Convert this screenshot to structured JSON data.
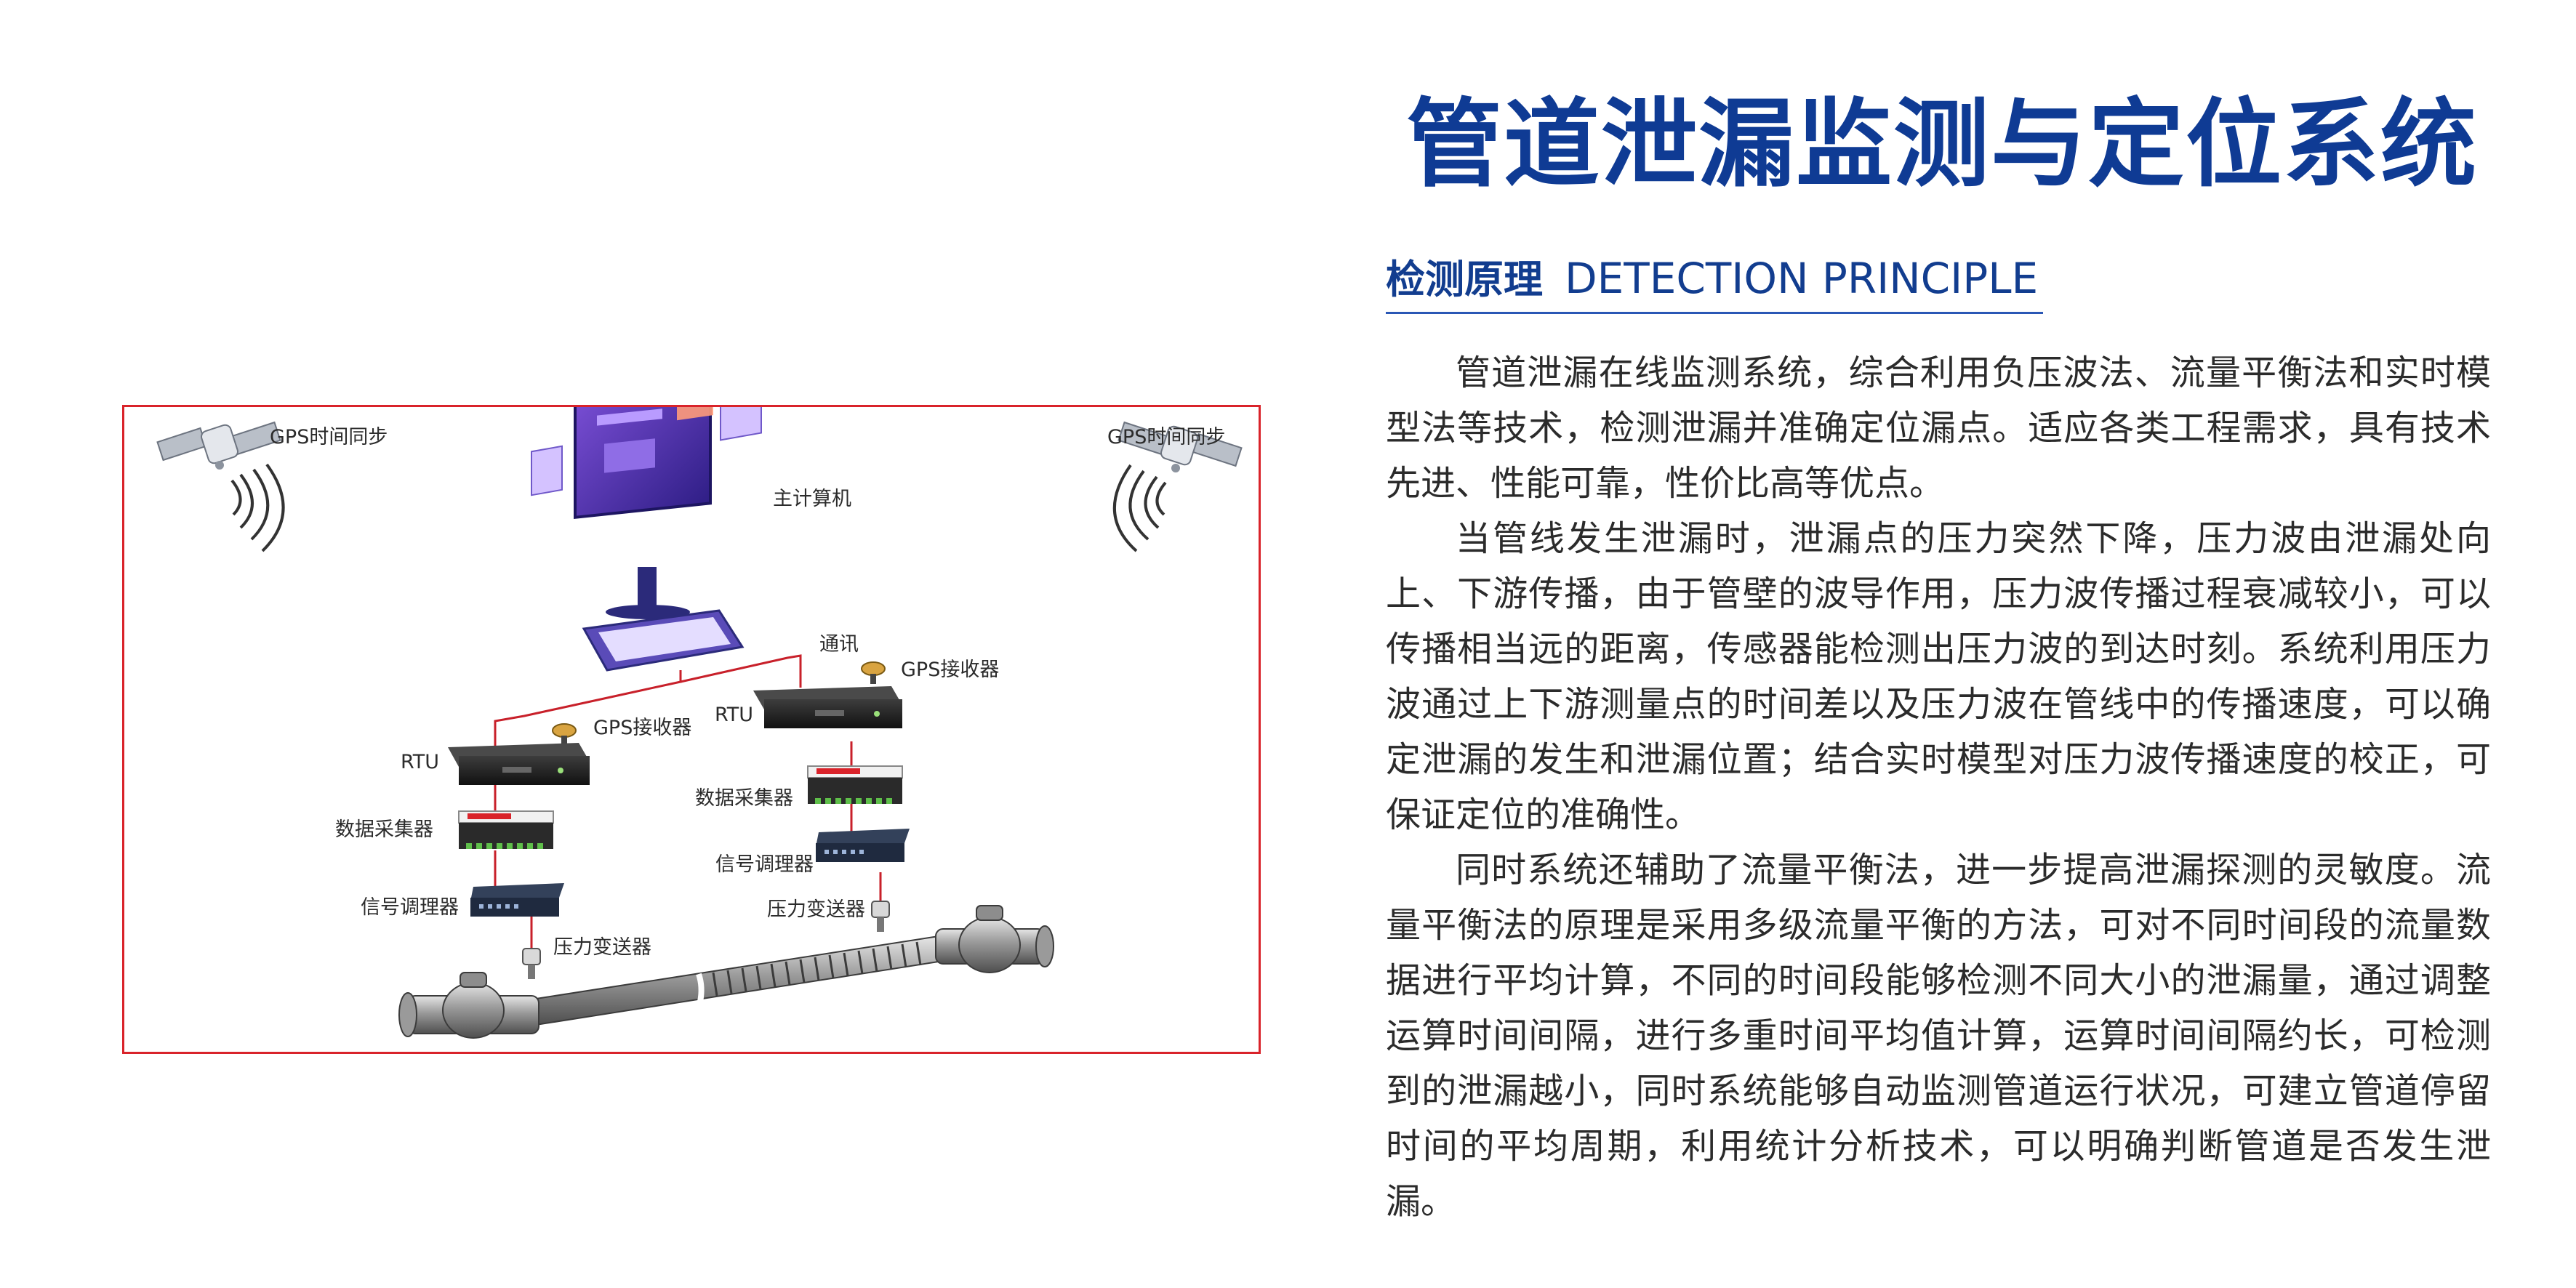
{
  "title": "管道泄漏监测与定位系统",
  "section": {
    "heading_cn": "检测原理",
    "heading_en": "DETECTION PRINCIPLE"
  },
  "paragraphs": [
    "管道泄漏在线监测系统，综合利用负压波法、流量平衡法和实时模型法等技术，检测泄漏并准确定位漏点。适应各类工程需求，具有技术先进、性能可靠，性价比高等优点。",
    "当管线发生泄漏时，泄漏点的压力突然下降，压力波由泄漏处向上、下游传播，由于管壁的波导作用，压力波传播过程衰减较小，可以传播相当远的距离，传感器能检测出压力波的到达时刻。系统利用压力波通过上下游测量点的时间差以及压力波在管线中的传播速度，可以确定泄漏的发生和泄漏位置；结合实时模型对压力波传播速度的校正，可保证定位的准确性。",
    "同时系统还辅助了流量平衡法，进一步提高泄漏探测的灵敏度。流量平衡法的原理是采用多级流量平衡的方法，可对不同时间段的流量数据进行平均计算，不同的时间段能够检测不同大小的泄漏量，通过调整运算时间间隔，进行多重时间平均值计算，运算时间间隔约长，可检测到的泄漏越小，同时系统能够自动监测管道运行状况，可建立管道停留时间的平均周期，利用统计分析技术，可以明确判断管道是否发生泄漏。"
  ],
  "diagram": {
    "gps_sync_left": "GPS时间同步",
    "gps_sync_right": "GPS时间同步",
    "host_computer": "主计算机",
    "communication": "通讯",
    "left_station": {
      "gps_receiver": "GPS接收器",
      "rtu": "RTU",
      "data_collector": "数据采集器",
      "signal_conditioner": "信号调理器",
      "pressure_transmitter": "压力变送器"
    },
    "right_station": {
      "gps_receiver": "GPS接收器",
      "rtu": "RTU",
      "data_collector": "数据采集器",
      "signal_conditioner": "信号调理器",
      "pressure_transmitter": "压力变送器"
    }
  },
  "colors": {
    "title": "#0f3b94",
    "frame": "#d9232a",
    "wire": "#c8202a",
    "text": "#2b2b2b"
  }
}
